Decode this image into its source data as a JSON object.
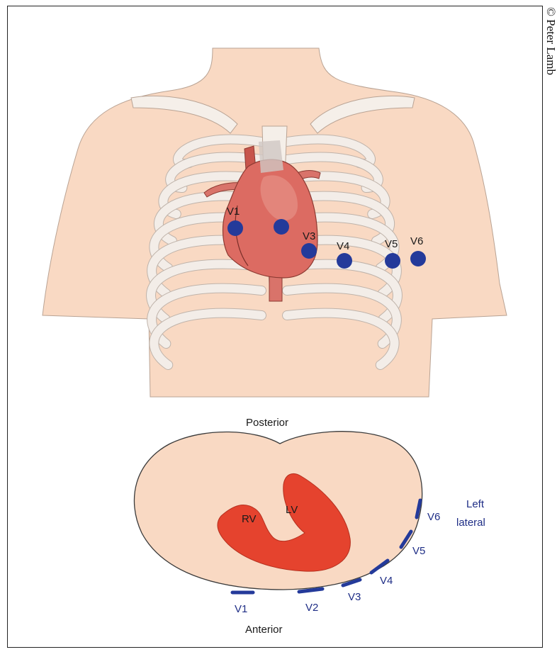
{
  "copyright": "© Peter Lamb",
  "chest": {
    "electrodes": [
      {
        "id": "v1",
        "label": "V1"
      },
      {
        "id": "v2",
        "label": ""
      },
      {
        "id": "v3",
        "label": "V3"
      },
      {
        "id": "v4",
        "label": "V4"
      },
      {
        "id": "v5",
        "label": "V5"
      },
      {
        "id": "v6",
        "label": "V6"
      }
    ]
  },
  "cross_section": {
    "posterior": "Posterior",
    "anterior": "Anterior",
    "left_lateral_line1": "Left",
    "left_lateral_line2": "lateral",
    "rv": "RV",
    "lv": "LV",
    "leads": [
      "V1",
      "V2",
      "V3",
      "V4",
      "V5",
      "V6"
    ]
  },
  "colors": {
    "skin": "#f9d9c3",
    "rib": "#f3ede8",
    "heart": "#d9645c",
    "electrode": "#243a9a",
    "ventricle": "#e5432e"
  }
}
